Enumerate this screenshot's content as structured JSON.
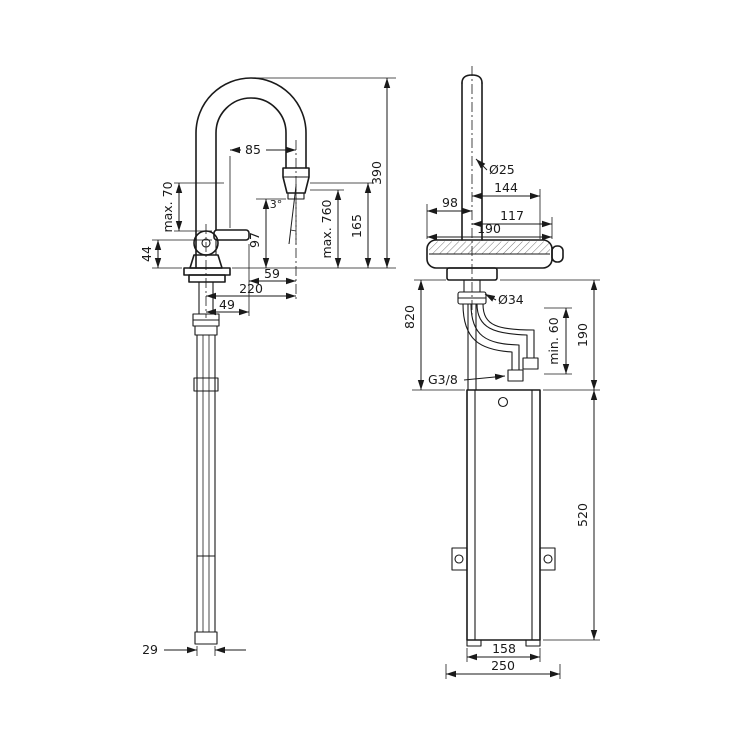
{
  "left_view": {
    "dim_spout_reach": "85",
    "dim_total_height": "390",
    "dim_handle_clearance": "max. 70",
    "dim_97": "97",
    "dim_44": "44",
    "dim_spray_angle": "3°",
    "dim_hose_pullout": "max. 760",
    "dim_165": "165",
    "dim_59": "59",
    "dim_220": "220",
    "dim_49": "49",
    "dim_hose_width": "29"
  },
  "right_view": {
    "dim_pipe_diameter": "Ø25",
    "dim_144": "144",
    "dim_98": "98",
    "dim_117": "117",
    "dim_spout_width": "190",
    "dim_shank_diameter": "Ø34",
    "dim_hose_length": "820",
    "dim_min_clearance": "min. 60",
    "dim_190_right": "190",
    "dim_thread": "G3/8",
    "dim_tank_height": "520",
    "dim_tank_width": "158",
    "dim_overall_width": "250"
  },
  "colors": {
    "line": "#1a1a1a",
    "background": "#ffffff"
  }
}
